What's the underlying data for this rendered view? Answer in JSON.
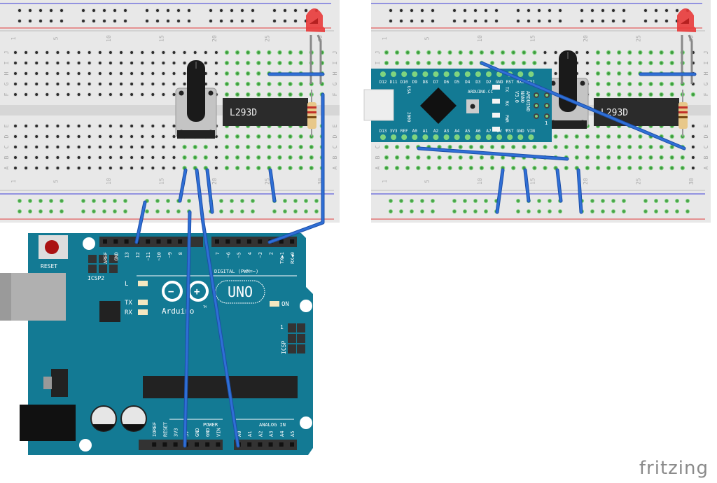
{
  "brand": "fritzing",
  "colors": {
    "breadboard": "#e8e8e8",
    "breadboard_edge": "#cfcfcf",
    "hole": "#2b2b2b",
    "hole_active": "#7fd47f",
    "rail_blue": "#3b3bd9",
    "rail_red": "#e03a3a",
    "wire": "#2f6fd6",
    "arduino": "#137a94",
    "ic": "#2b2b2b",
    "led": "#e83a3a"
  },
  "breadboards": [
    {
      "name": "left-breadboard",
      "row_labels": [
        "J",
        "I",
        "H",
        "G",
        "F",
        "E",
        "D",
        "C",
        "B",
        "A"
      ],
      "column_labels": [
        "1",
        "5",
        "10",
        "15",
        "20",
        "25",
        "30"
      ]
    },
    {
      "name": "right-breadboard",
      "row_labels": [
        "J",
        "I",
        "H",
        "G",
        "F",
        "E",
        "D",
        "C",
        "B",
        "A"
      ],
      "column_labels": [
        "1",
        "5",
        "10",
        "15",
        "20",
        "25",
        "30"
      ]
    }
  ],
  "components": {
    "ic_label": "L293D",
    "uno": {
      "reset_label": "RESET",
      "icsp2_label": "ICSP2",
      "icsp_label": "ICSP",
      "icsp_pin1": "1",
      "digital_label": "DIGITAL (PWM=~)",
      "digital_pins": [
        "AREF",
        "GND",
        "13",
        "12",
        "~11",
        "~10",
        "~9",
        "8",
        "7",
        "~6",
        "~5",
        "4",
        "~3",
        "2",
        "TX▶1",
        "RX◀0"
      ],
      "led_labels": [
        "L",
        "TX",
        "RX"
      ],
      "on_label": "ON",
      "logo_text": "Arduino",
      "tm": "TM",
      "model": "UNO",
      "power_label": "POWER",
      "analog_label": "ANALOG IN",
      "power_pins": [
        "IOREF",
        "RESET",
        "3V3",
        "5V",
        "GND",
        "GND",
        "VIN"
      ],
      "analog_pins": [
        "A0",
        "A1",
        "A2",
        "A3",
        "A4",
        "A5"
      ]
    },
    "nano": {
      "top_pins": [
        "D12",
        "D11",
        "D10",
        "D9",
        "D8",
        "D7",
        "D6",
        "D5",
        "D4",
        "D3",
        "D2",
        "GND",
        "RST",
        "RX0",
        "TX1"
      ],
      "bottom_pins": [
        "D13",
        "3V3",
        "REF",
        "A0",
        "A1",
        "A2",
        "A3",
        "A4",
        "A5",
        "A6",
        "A7",
        "5V",
        "RST",
        "GND",
        "VIN"
      ],
      "site": "ARDUINO.CC",
      "model_lines": [
        "ARDUINO",
        "NANO",
        "V3.0"
      ],
      "led_labels": [
        "TX",
        "RX",
        "PWR",
        "L"
      ],
      "rst_label": "RST",
      "usa": "USA",
      "year": "2009",
      "icsp": "ICSP",
      "icsp_pin1": "1"
    }
  }
}
